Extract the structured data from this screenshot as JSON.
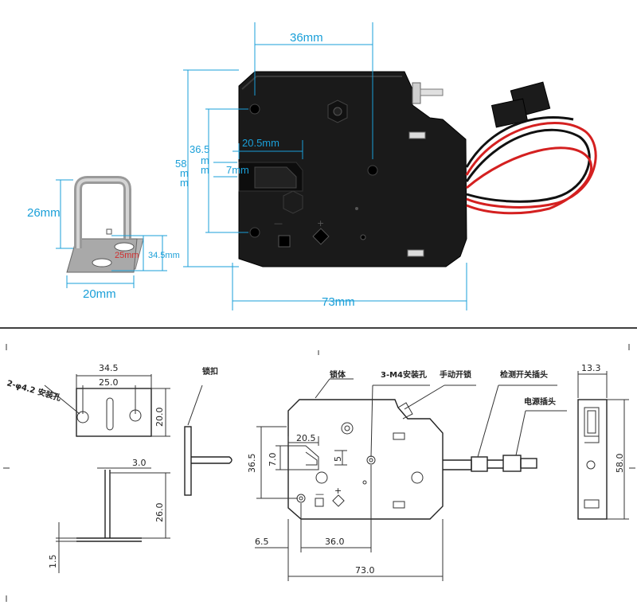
{
  "photo": {
    "dim_36mm": "36mm",
    "dim_36_5": "36.5",
    "dim_20_5mm": "20.5mm",
    "dim_58": "58",
    "dim_mm1": "m",
    "dim_mm2": "m",
    "dim_mm3": "m",
    "dim_mm4": "m",
    "dim_7mm": "7mm",
    "dim_26mm": "26mm",
    "dim_25mm": "25mm",
    "dim_34_5mm": "34.5mm",
    "dim_20mm": "20mm",
    "dim_73mm": "73mm"
  },
  "drawing": {
    "hole_note": "2-φ4.2 安装孔",
    "plate_w": "34.5",
    "plate_inner": "25.0",
    "plate_h": "20.0",
    "hook_w": "3.0",
    "hook_h": "26.0",
    "base_t": "1.5",
    "label_lock_catch": "锁扣",
    "label_body": "锁体",
    "label_m4": "3-M4安装孔",
    "label_manual": "手动开锁",
    "label_detect": "检测开关插头",
    "label_power": "电源插头",
    "d_20_5": "20.5",
    "d_36_5": "36.5",
    "d_7_0": "7.0",
    "d_5": "5",
    "d_6_5": "6.5",
    "d_36_0": "36.0",
    "d_73_0": "73.0",
    "d_13_3": "13.3",
    "d_58_0": "58.0",
    "glyph_minus": "—",
    "glyph_plus": "+"
  }
}
